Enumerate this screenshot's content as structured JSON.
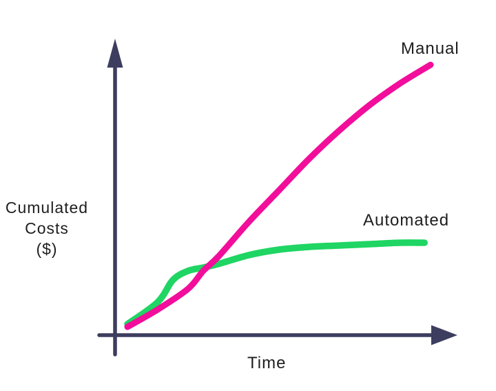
{
  "chart_data": {
    "type": "line",
    "title": "",
    "xlabel": "Time",
    "ylabel": "Cumulated Costs ($)",
    "x_axis": {
      "min": 0,
      "max": 10.9,
      "ticks": [],
      "grid": false,
      "arrow": true
    },
    "y_axis": {
      "min": 0,
      "max": 10.7,
      "ticks": [],
      "grid": false,
      "arrow": true
    },
    "legend_position": "inline labels at line ends",
    "series": [
      {
        "name": "Manual",
        "color": "#F20D9B",
        "x": [
          0,
          1,
          2,
          2.5,
          3,
          4,
          5,
          6,
          7,
          8,
          9,
          10
        ],
        "values": [
          0.3,
          0.93,
          1.68,
          2.33,
          2.85,
          4.1,
          5.25,
          6.4,
          7.43,
          8.35,
          9.13,
          9.8
        ]
      },
      {
        "name": "Automated",
        "color": "#1FD563",
        "x": [
          0,
          1,
          1.5,
          2,
          2.5,
          3,
          4,
          5,
          6,
          7,
          8,
          9,
          9.8
        ],
        "values": [
          0.4,
          1.2,
          2.0,
          2.33,
          2.45,
          2.58,
          2.9,
          3.1,
          3.2,
          3.25,
          3.3,
          3.35,
          3.35
        ]
      }
    ],
    "annotations": [
      "curves cross near x = 2.7, y = 2.5"
    ]
  },
  "labels": {
    "manual": "Manual",
    "automated": "Automated",
    "y_axis_lines": "Cumulated\nCosts\n($)",
    "x_axis": "Time"
  },
  "style": {
    "background": "#FFFFFF",
    "axis_color": "#3D3D5F",
    "manual_color": "#F20D9B",
    "automated_color": "#1FD563",
    "text_color": "#1E1E1E"
  }
}
